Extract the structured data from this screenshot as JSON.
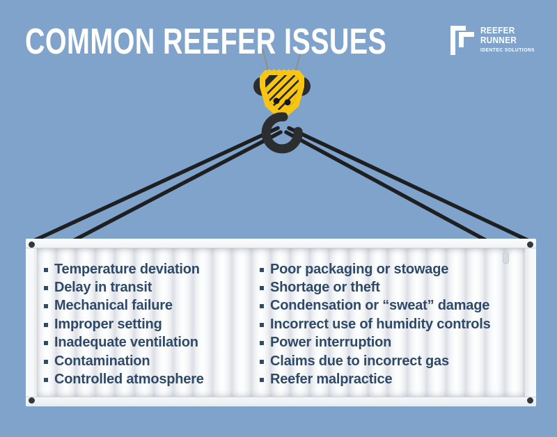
{
  "title": "COMMON REEFER ISSUES",
  "logo": {
    "brand_line1": "REEFER",
    "brand_line2": "RUNNER",
    "subbrand": "IDENTEC SOLUTIONS"
  },
  "issues": {
    "left": [
      "Temperature deviation",
      "Delay in transit",
      "Mechanical failure",
      "Improper setting",
      "Inadequate ventilation",
      "Contamination",
      "Controlled atmosphere"
    ],
    "right": [
      "Poor packaging or stowage",
      "Shortage or theft",
      "Condensation or “sweat” damage",
      "Incorrect use of humidity controls",
      "Power interruption",
      "Claims due to incorrect gas",
      "Reefer malpractice"
    ]
  },
  "icons": {
    "crane_hook": "crane-hook-icon",
    "logo_mark": "reefer-runner-logo-icon",
    "bullet": "square-bullet-icon"
  },
  "colors": {
    "background": "#7fa3cb",
    "accent_yellow": "#f8c512",
    "rig_dark": "#2b2d2f",
    "text_navy": "#2e4a68",
    "container_body": "#f3f4f6",
    "title_text": "#ffffff"
  }
}
